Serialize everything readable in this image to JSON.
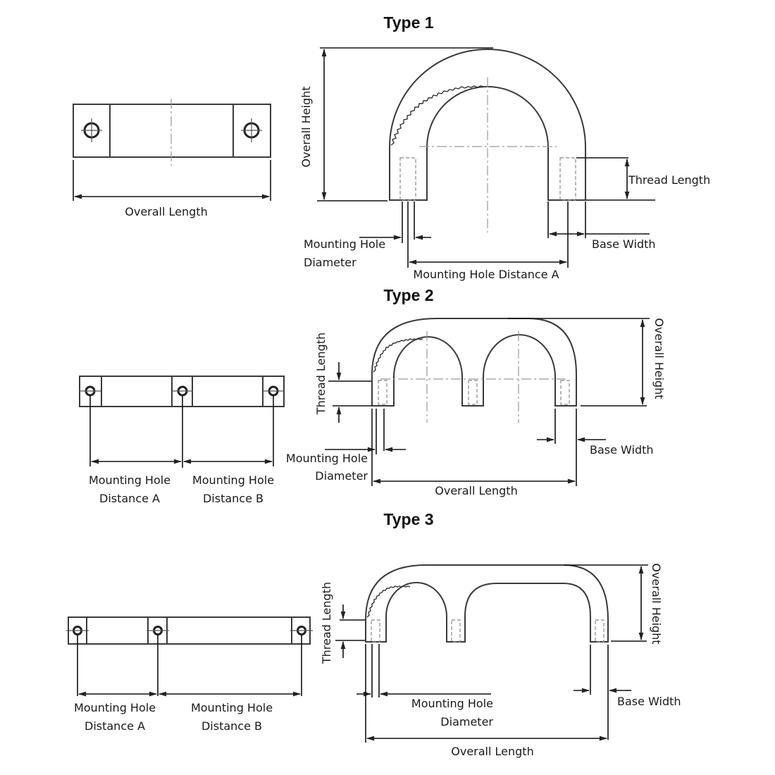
{
  "diagrams": [
    {
      "title": "Type 1",
      "top_view": {
        "labels": {
          "overall_length": "Overall Length"
        },
        "holes": 2
      },
      "side_view": {
        "labels": {
          "overall_height": "Overall Height",
          "thread_length": "Thread Length",
          "mounting_hole_diameter_line1": "Mounting Hole",
          "mounting_hole_diameter_line2": "Diameter",
          "mounting_hole_distance_a": "Mounting Hole Distance A",
          "base_width": "Base Width"
        },
        "legs": 2
      }
    },
    {
      "title": "Type 2",
      "top_view": {
        "labels": {
          "distance_a_line1": "Mounting Hole",
          "distance_a_line2": "Distance A",
          "distance_b_line1": "Mounting Hole",
          "distance_b_line2": "Distance B"
        },
        "holes": 3
      },
      "side_view": {
        "labels": {
          "thread_length": "Thread Length",
          "overall_height": "Overall Height",
          "base_width": "Base Width",
          "mounting_hole_diameter_line1": "Mounting Hole",
          "mounting_hole_diameter_line2": "Diameter",
          "overall_length": "Overall Length"
        },
        "legs": 3
      }
    },
    {
      "title": "Type 3",
      "top_view": {
        "labels": {
          "distance_a_line1": "Mounting Hole",
          "distance_a_line2": "Distance A",
          "distance_b_line1": "Mounting Hole",
          "distance_b_line2": "Distance B"
        },
        "holes": 3
      },
      "side_view": {
        "labels": {
          "thread_length": "Thread Length",
          "overall_height": "Overall Height",
          "base_width": "Base Width",
          "mounting_hole_diameter_line1": "Mounting Hole",
          "mounting_hole_diameter_line2": "Diameter",
          "overall_length": "Overall Length"
        },
        "legs": 3
      }
    }
  ]
}
